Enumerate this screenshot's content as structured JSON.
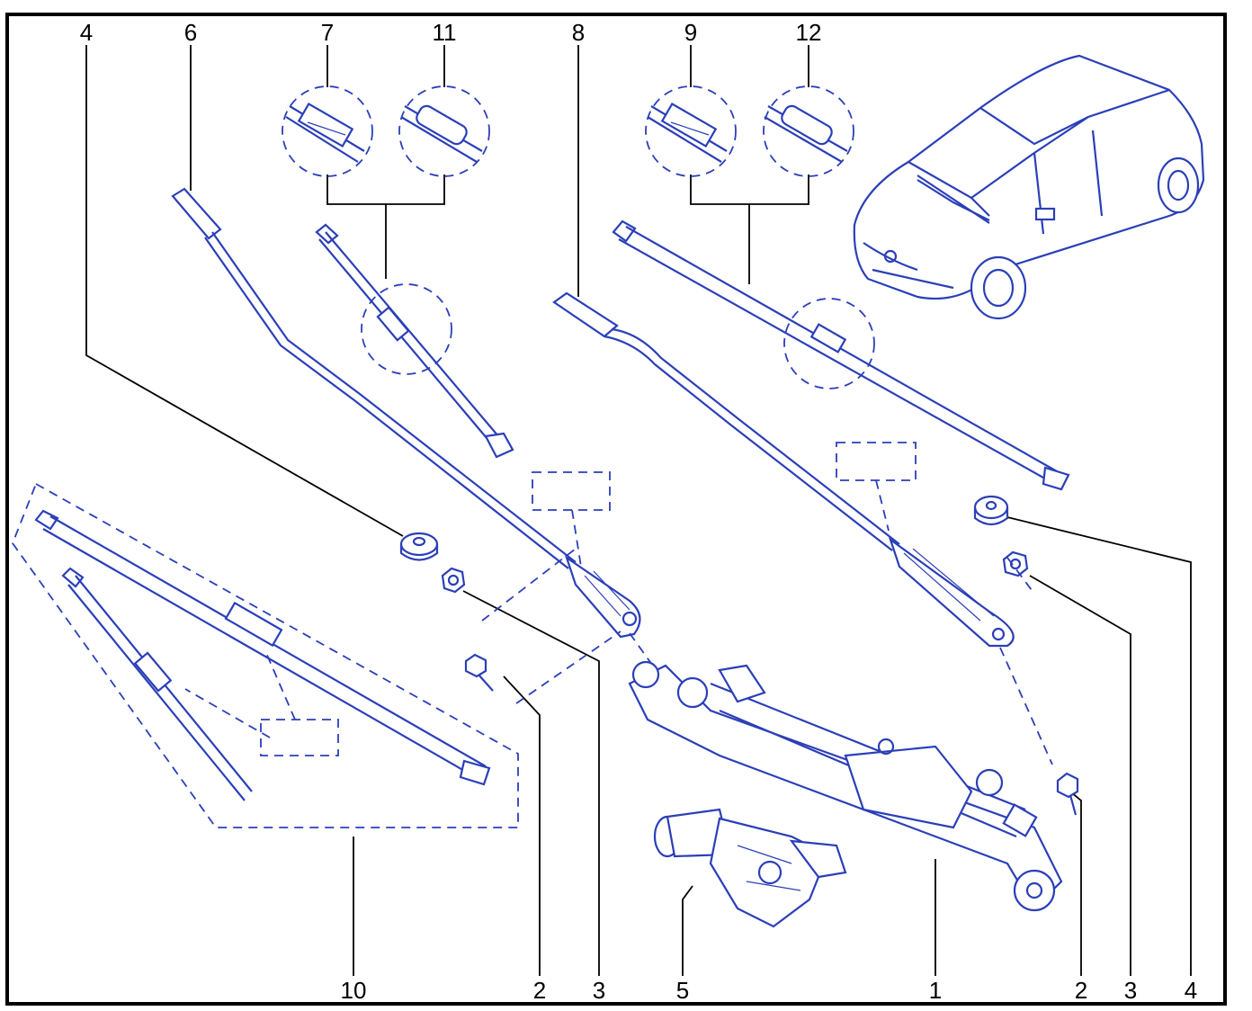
{
  "colors": {
    "line": "#2b3fb8",
    "callout": "#000000",
    "frame": "#000000"
  },
  "callouts": {
    "top_4": "4",
    "top_6": "6",
    "top_7": "7",
    "top_11": "11",
    "top_8": "8",
    "top_9": "9",
    "top_12": "12",
    "bottom_10": "10",
    "bottom_2a": "2",
    "bottom_3a": "3",
    "bottom_5": "5",
    "bottom_1": "1",
    "bottom_2b": "2",
    "bottom_3b": "3",
    "bottom_4": "4"
  }
}
